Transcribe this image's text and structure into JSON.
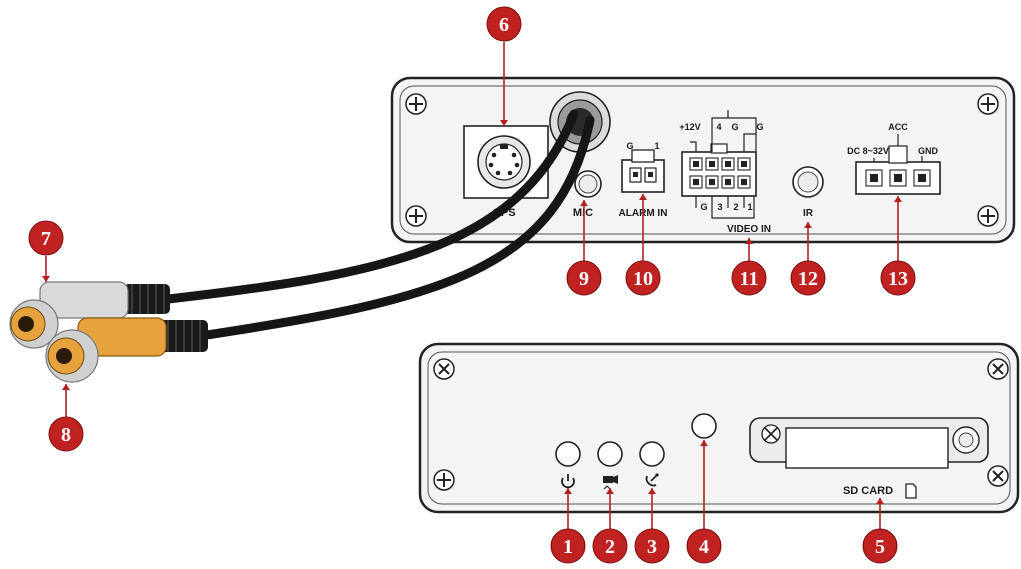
{
  "colors": {
    "badge": "#c02222",
    "leader": "#b32020",
    "panel": "#f4f4f4",
    "cable": "#161616",
    "rca_orange": "#e6a23c",
    "rca_white": "#d9d9d9"
  },
  "rear_panel": {
    "gps_label": "GPS",
    "mic_label": "MIC",
    "alarm_label": "ALARM IN",
    "alarm_pins": [
      "G",
      "1"
    ],
    "video_label": "VIDEO IN",
    "video_top_pins": [
      "+12V",
      "4",
      "G",
      "G"
    ],
    "video_bottom_pins": [
      "G",
      "3",
      "2",
      "1"
    ],
    "ir_label": "IR",
    "power_top": "ACC",
    "power_left": "DC 8~32V",
    "power_right": "GND"
  },
  "front_panel": {
    "sd_label": "SD CARD",
    "power_icon": "power-icon",
    "record_icon": "video-camera-icon",
    "gps_icon": "satellite-icon",
    "sd_icon": "sd-card-icon"
  },
  "callouts": {
    "c1": "1",
    "c2": "2",
    "c3": "3",
    "c4": "4",
    "c5": "5",
    "c6": "6",
    "c7": "7",
    "c8": "8",
    "c9": "9",
    "c10": "10",
    "c11": "11",
    "c12": "12",
    "c13": "13"
  }
}
